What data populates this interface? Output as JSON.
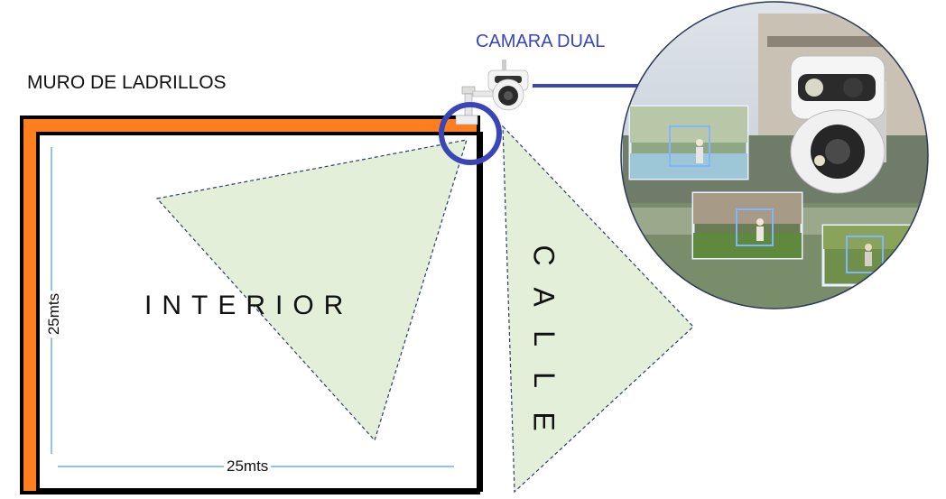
{
  "labels": {
    "wall": "MURO DE LADRILLOS",
    "camera": "CAMARA DUAL",
    "interior": "INTERIOR",
    "street": "CALLE",
    "width_dim": "25mts",
    "height_dim": "25mts"
  },
  "colors": {
    "wall": "#ff7f1e",
    "outline": "#000000",
    "coverage": "#e3efd9",
    "highlight": "#3a45b8",
    "dimension_line": "#2e86c1"
  },
  "icons": [
    "camera-icon",
    "camera-zoom-photo"
  ]
}
